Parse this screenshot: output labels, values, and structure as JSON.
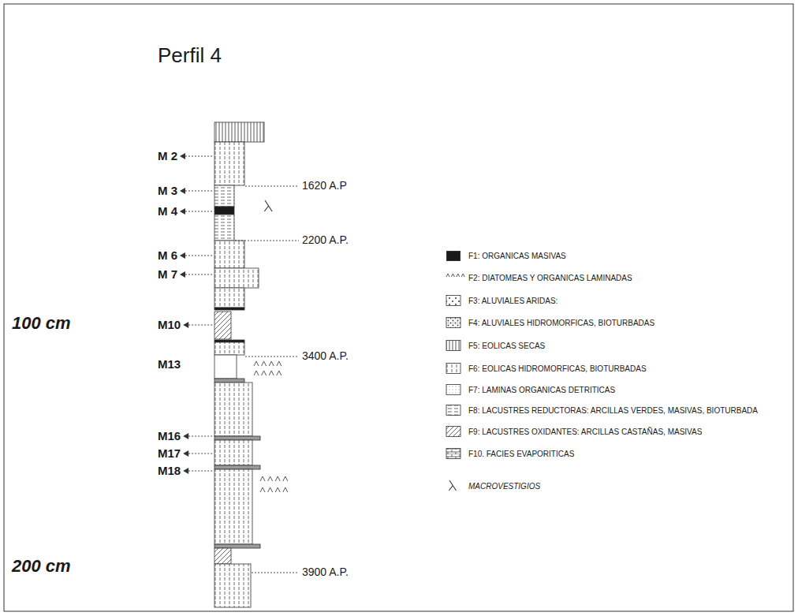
{
  "diagram": {
    "title": "Perfil 4",
    "labels": [
      "100 cm",
      "200 cm",
      "M 2",
      "M 3",
      "M 4",
      "M 6",
      "M 7",
      "M10",
      "M13",
      "M16",
      "M17",
      "M18",
      "1620 A.P",
      "2200 A.P.",
      "3400 A.P.",
      "3900 A.P."
    ],
    "legend": [
      {
        "text": "F1: ORGANICAS MASIVAS",
        "color": "#1a1a1a"
      },
      {
        "text": "F2: DIATOMEAS Y ORGANICAS LAMINADAS"
      },
      {
        "text": "F3: ALUVIALES ARIDAS:"
      },
      {
        "text": "F4: ALUVIALES HIDROMORFICAS, BIOTURBADAS"
      },
      {
        "text": "F5: EOLICAS SECAS"
      },
      {
        "text": "F6: EOLICAS HIDROMORFICAS, BIOTURBADAS"
      },
      {
        "text": "F7: LAMINAS ORGANICAS DETRITICAS"
      },
      {
        "text": "F8: LACUSTRES REDUCTORAS: ARCILLAS VERDES, MASIVAS, BIOTURBADA"
      },
      {
        "text": "F9: LACUSTRES OXIDANTES: ARCILLAS CASTAÑAS, MASIVAS"
      },
      {
        "text": "F10. FACIES EVAPORITICAS"
      },
      {
        "text": "MACROVESTIGIOS"
      }
    ]
  }
}
